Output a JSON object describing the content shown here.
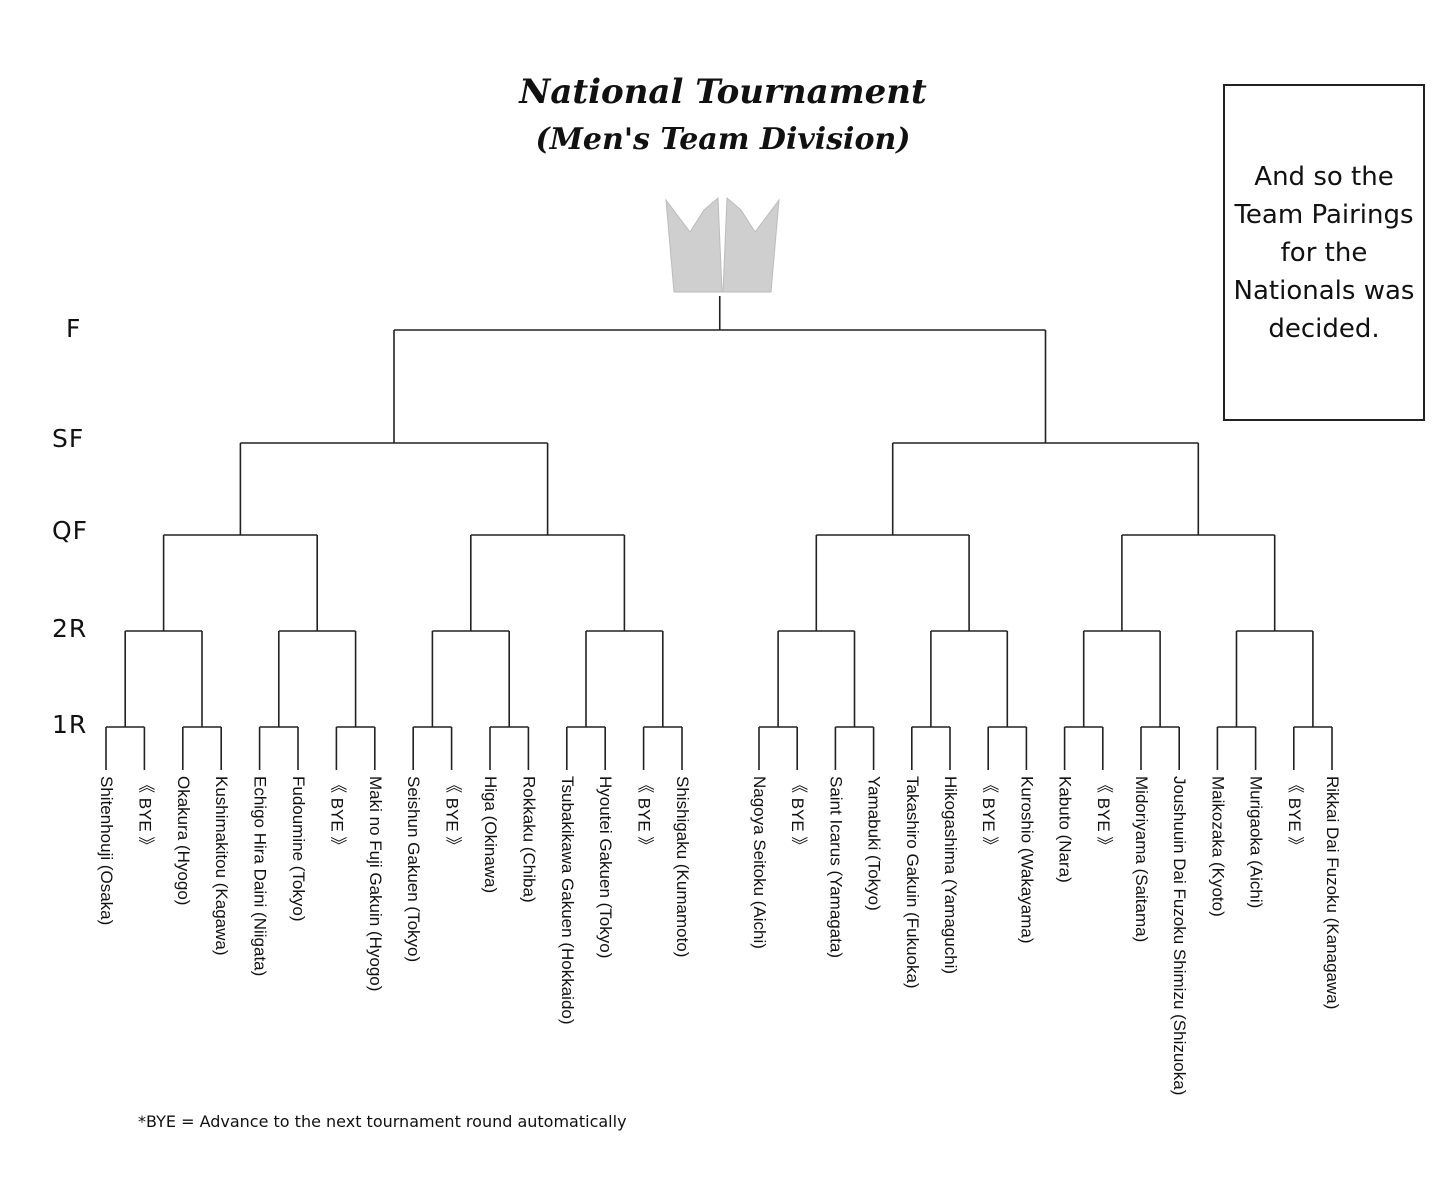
{
  "title": {
    "line1": "National Tournament",
    "line2": "(Men's Team Division)"
  },
  "rounds": [
    "F",
    "SF",
    "QF",
    "2R",
    "1R"
  ],
  "note": "And so the Team Pairings for the Nationals was decided.",
  "footnote": "*BYE = Advance to the next tournament round automatically",
  "trophy_icon": "crown-icon",
  "colors": {
    "lines": "#222222",
    "crown": "#c8c8c8"
  },
  "teams": [
    "Shitenhouji (Osaka)",
    "《 BYE 》",
    "Okakura (Hyogo)",
    "Kushimakitou (Kagawa)",
    "Echigo Hira Daini (Niigata)",
    "Fudoumine (Tokyo)",
    "《 BYE 》",
    "Maki no Fuji Gakuin (Hyogo)",
    "Seishun Gakuen (Tokyo)",
    "《 BYE 》",
    "Higa (Okinawa)",
    "Rokkaku (Chiba)",
    "Tsubakikawa Gakuen (Hokkaido)",
    "Hyoutei Gakuen (Tokyo)",
    "《 BYE 》",
    "Shishigaku (Kumamoto)",
    "Nagoya Seitoku (Aichi)",
    "《 BYE 》",
    "Saint Icarus (Yamagata)",
    "Yamabuki (Tokyo)",
    "Takashiro Gakuin (Fukuoka)",
    "Hikogashima (Yamaguchi)",
    "《 BYE 》",
    "Kuroshio (Wakayama)",
    "Kabuto (Nara)",
    "《 BYE 》",
    "Midoriyama (Saitama)",
    "Joushuuin Dai Fuzoku Shimizu (Shizuoka)",
    "Maikozaka (Kyoto)",
    "Murigaoka (Aichi)",
    "《 BYE 》",
    "Rikkai Dai Fuzoku (Kanagawa)"
  ]
}
